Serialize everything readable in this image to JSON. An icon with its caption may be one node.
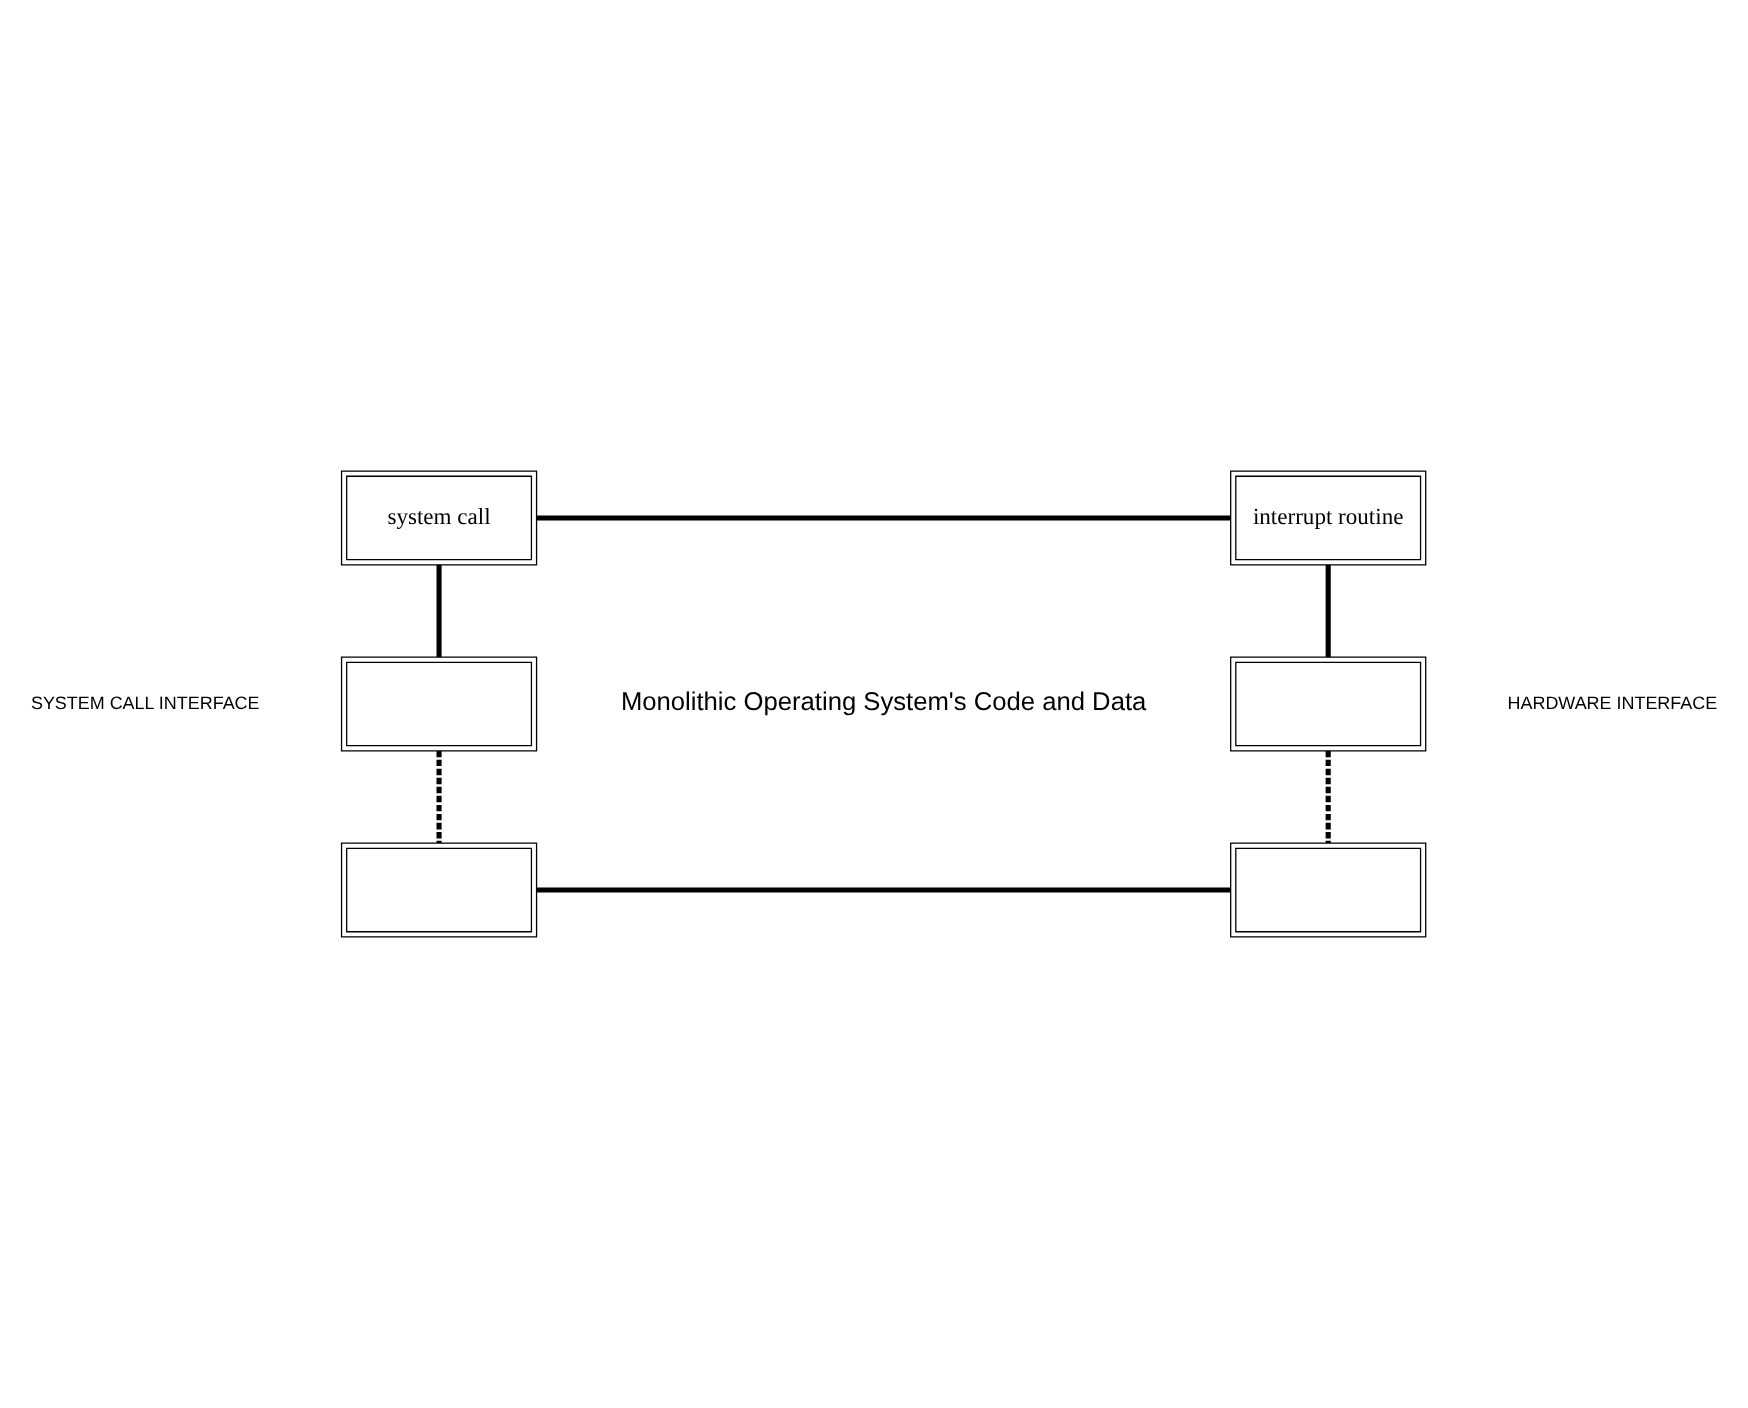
{
  "diagram": {
    "nodes": [
      {
        "text": [
          "system call"
        ]
      },
      {
        "text": [
          "interrupt routine"
        ]
      },
      {
        "text": [],
        "shape": "box"
      },
      {
        "text": [],
        "shape": "box"
      },
      {
        "text": [],
        "shape": "box"
      },
      {
        "text": [],
        "shape": "box"
      }
    ],
    "edges": [
      {
        "from": 0,
        "to": 1,
        "arrow": "none"
      },
      {
        "from": 0,
        "to": 2,
        "arrow": "none"
      },
      {
        "from": 1,
        "to": 3,
        "arrow": "none"
      },
      {
        "from": 2,
        "to": 4,
        "arrow": "none",
        "style": "dashed"
      },
      {
        "from": 3,
        "to": 5,
        "arrow": "none",
        "style": "dashed"
      },
      {
        "from": 4,
        "to": 5,
        "arrow": "none"
      }
    ],
    "labels": [
      "SYSTEM CALL INTERFACE",
      "HARDWARE INTERFACE",
      "Monolithic Operating System's Code and Data"
    ]
  }
}
